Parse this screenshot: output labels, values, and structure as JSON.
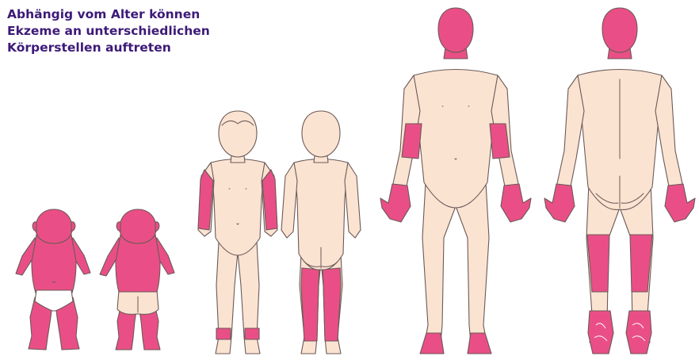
{
  "heading": {
    "line1": "Abhängig vom Alter können",
    "line2": "Ekzeme an unterschiedlichen",
    "line3": "Körperstellen auftreten"
  },
  "colors": {
    "heading": "#3d1a78",
    "skin": "#fbe3d2",
    "eczema": "#e94f86",
    "outline": "#6b5a57"
  },
  "figures": [
    {
      "age_group": "baby",
      "view": "front",
      "eczema_areas": [
        "head",
        "face",
        "trunk",
        "arms",
        "hands",
        "legs",
        "feet"
      ]
    },
    {
      "age_group": "baby",
      "view": "back",
      "eczema_areas": [
        "head",
        "back",
        "arms",
        "hands",
        "legs",
        "feet"
      ]
    },
    {
      "age_group": "child",
      "view": "front",
      "eczema_areas": [
        "arm creases",
        "ankles"
      ]
    },
    {
      "age_group": "child",
      "view": "back",
      "eczema_areas": [
        "knee hollows",
        "lower legs"
      ]
    },
    {
      "age_group": "adult",
      "view": "front",
      "eczema_areas": [
        "face",
        "neck",
        "elbows",
        "hands",
        "feet"
      ]
    },
    {
      "age_group": "adult",
      "view": "back",
      "eczema_areas": [
        "head",
        "neck",
        "knee hollows",
        "feet"
      ]
    }
  ]
}
